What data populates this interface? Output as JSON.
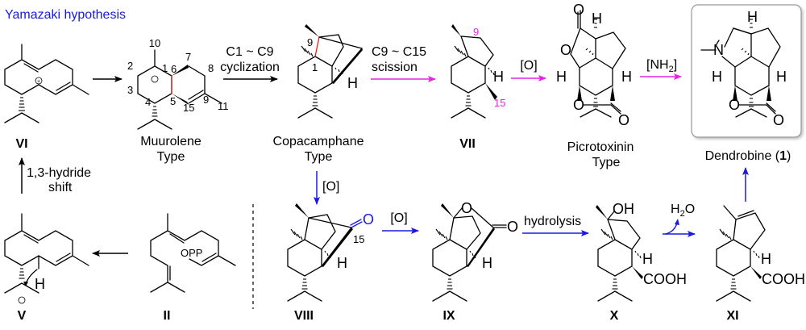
{
  "title": "Yamazaki hypothesis",
  "colors": {
    "title": "#1a1adc",
    "blue_arrow": "#1a1adc",
    "magenta_arrow": "#e624e6",
    "red_bond": "#e0201a",
    "box_border": "#999999"
  },
  "compounds": {
    "VI": {
      "label": "VI",
      "charge": "+"
    },
    "muurolene": {
      "label_line1": "Muurolene",
      "label_line2": "Type",
      "atom_numbers": [
        "10",
        "1",
        "2",
        "3",
        "4",
        "5",
        "6",
        "7",
        "8",
        "9",
        "11",
        "15"
      ],
      "charge": "+"
    },
    "copacamphane": {
      "label_line1": "Copacamphane",
      "label_line2": "Type",
      "atom_numbers": [
        "9",
        "1"
      ],
      "h": "H"
    },
    "VII": {
      "label": "VII",
      "atom_numbers": [
        "9",
        "15"
      ],
      "h": "H"
    },
    "picrotoxinin": {
      "label_line1": "Picrotoxinin",
      "label_line2": "Type",
      "atoms": [
        "O",
        "O",
        "O",
        "O",
        "H",
        "H",
        "H"
      ]
    },
    "dendrobine": {
      "label": "Dendrobine",
      "number": "1",
      "atoms": [
        "N",
        "O",
        "O",
        "H",
        "H",
        "H"
      ]
    },
    "V": {
      "label": "V",
      "h": "H",
      "charge": "+"
    },
    "II": {
      "label": "II",
      "group": "OPP"
    },
    "VIII": {
      "label": "VIII",
      "atom_numbers": [
        "15"
      ],
      "o": "O",
      "h": "H"
    },
    "IX": {
      "label": "IX",
      "atoms": [
        "O",
        "O"
      ],
      "h": "H"
    },
    "X": {
      "label": "X",
      "oh": "OH",
      "cooh": "COOH",
      "h": "H"
    },
    "XI": {
      "label": "XI",
      "cooh": "COOH",
      "h": "H"
    }
  },
  "arrows": {
    "vi_to_muurolene": {
      "label": ""
    },
    "cyclization": {
      "line1": "C1 ~ C9",
      "line2": "cyclization"
    },
    "scission": {
      "line1": "C9 ~ C15",
      "line2": "scission"
    },
    "oxidation_vii": {
      "label": "[O]"
    },
    "amination": {
      "label": "[NH",
      "sub": "2",
      "close": "]"
    },
    "hydride_shift": {
      "line1": "1,3-hydride",
      "line2": "shift"
    },
    "ii_to_v": {
      "label": ""
    },
    "copa_to_viii": {
      "label": "[O]"
    },
    "viii_to_ix": {
      "label": "[O]"
    },
    "hydrolysis": {
      "label": "hydrolysis"
    },
    "dehydration": {
      "h": "H",
      "sub": "2",
      "o": "O"
    },
    "xi_to_dendrobine": {
      "label": ""
    }
  }
}
